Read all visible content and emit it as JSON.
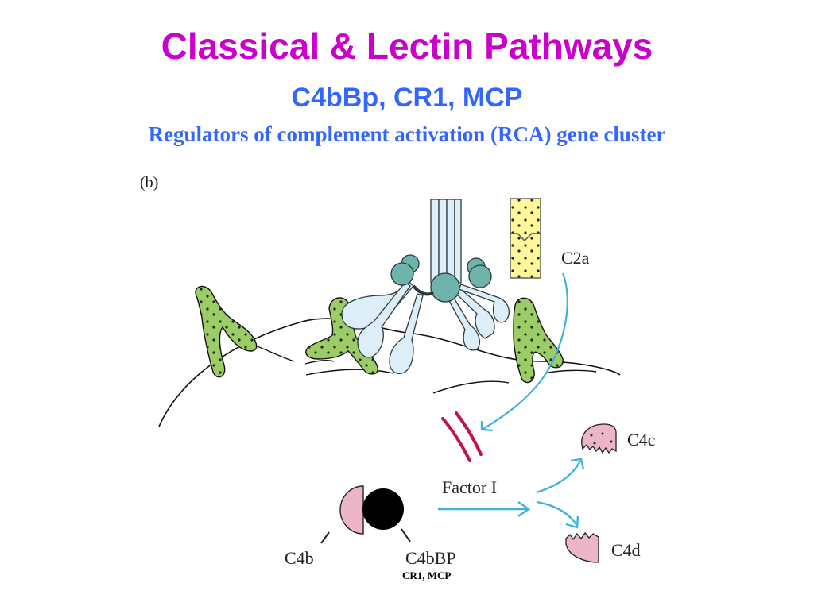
{
  "slide": {
    "title": "Classical & Lectin Pathways",
    "subtitle": "C4bBp, CR1, MCP",
    "subtitle2": "Regulators of complement activation (RCA) gene cluster"
  },
  "diagram": {
    "panel_label": "(b)",
    "labels": {
      "c2a": "C2a",
      "factor_i": "Factor I",
      "c4b": "C4b",
      "c4bbp": "C4bBP",
      "c4bbp_alt": "CR1, MCP",
      "c4c": "C4c",
      "c4d": "C4d"
    },
    "colors": {
      "title": "#cc00cc",
      "subtitle": "#3366ff",
      "antibody": "#ddeef8",
      "c1q_heads": "#6fb3ad",
      "c4b_surface": "#9ccc65",
      "c2a": "#fff799",
      "c4b_fragment": "#ecb6c8",
      "arrow": "#3fb2dc",
      "block": "#c0154a"
    }
  }
}
